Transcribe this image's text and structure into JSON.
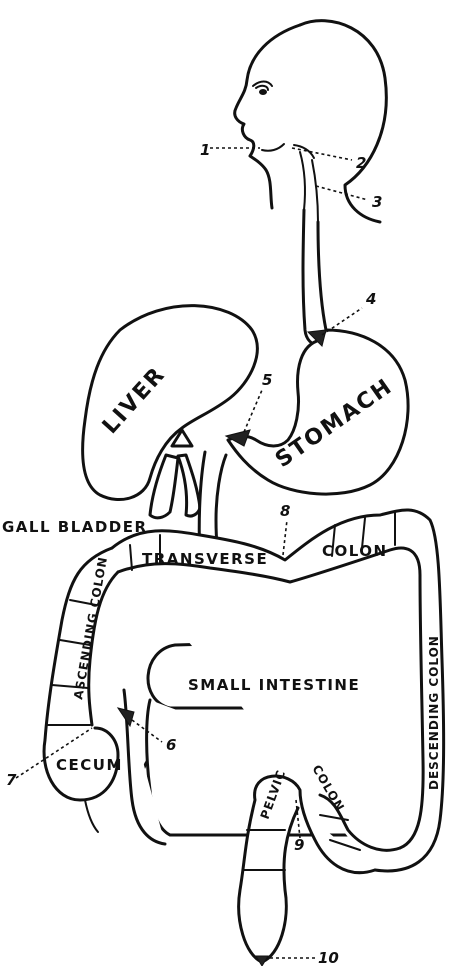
{
  "labels": {
    "liver": "LIVER",
    "stomach": "STOMACH",
    "gall_bladder": "GALL BLADDER",
    "transverse": "TRANSVERSE",
    "colon_upper": "COLON",
    "ascending_colon": "ASCENDING COLON",
    "small_intestine": "SMALL INTESTINE",
    "descending_colon": "DESCENDING COLON",
    "cecum": "CECUM",
    "pelvic": "PELVIC",
    "colon_pelvic": "COLON"
  },
  "numbers": [
    "1",
    "2",
    "3",
    "4",
    "5",
    "6",
    "7",
    "8",
    "9",
    "10"
  ]
}
